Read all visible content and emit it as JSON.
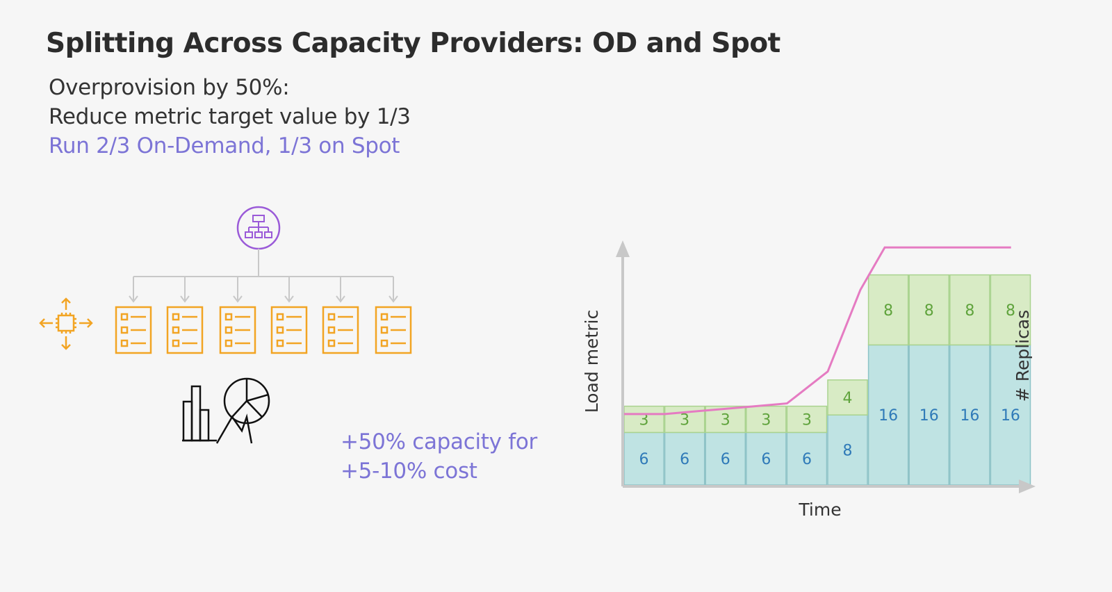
{
  "slide": {
    "title": "Splitting Across Capacity Providers: OD and Spot",
    "line1": "Overprovision by 50%:",
    "line2": "Reduce metric target value by 1/3",
    "line3": "Run 2/3 On-Demand, 1/3 on Spot",
    "callout_line1": "+50% capacity for",
    "callout_line2": "+5-10% cost"
  },
  "colors": {
    "accent_purple": "#7c74d6",
    "icon_orange": "#f2a423",
    "icon_purple": "#9a5ad8",
    "on_demand_fill": "#bfe3e3",
    "on_demand_text": "#2f7ab8",
    "spot_fill": "#d8ebc5",
    "spot_text": "#5fa33c",
    "load_line": "#e57bc2"
  },
  "icons": {
    "scaler": "cpu-scale-icon",
    "balancer": "load-balancer-icon",
    "task": "task-list-icon",
    "analytics": "analytics-icon"
  },
  "chart_data": {
    "type": "bar",
    "stacked": true,
    "xlabel": "Time",
    "ylabel": "Load metric",
    "y2label": "# Replicas",
    "categories": [
      "",
      "",
      "",
      "",
      "",
      "",
      "",
      "",
      "",
      ""
    ],
    "series": [
      {
        "values": [
          6,
          6,
          6,
          6,
          6,
          8,
          16,
          16,
          16,
          16
        ]
      },
      {
        "values": [
          3,
          3,
          3,
          3,
          3,
          4,
          8,
          8,
          8,
          8
        ]
      }
    ],
    "load_line": [
      [
        0,
        2.0
      ],
      [
        1,
        2.0
      ],
      [
        2,
        2.1
      ],
      [
        3,
        2.2
      ],
      [
        4,
        2.3
      ],
      [
        5,
        3.2
      ],
      [
        5.8,
        5.5
      ],
      [
        6.4,
        6.7
      ],
      [
        7.5,
        6.7
      ],
      [
        8.5,
        6.7
      ],
      [
        9.5,
        6.7
      ]
    ]
  }
}
